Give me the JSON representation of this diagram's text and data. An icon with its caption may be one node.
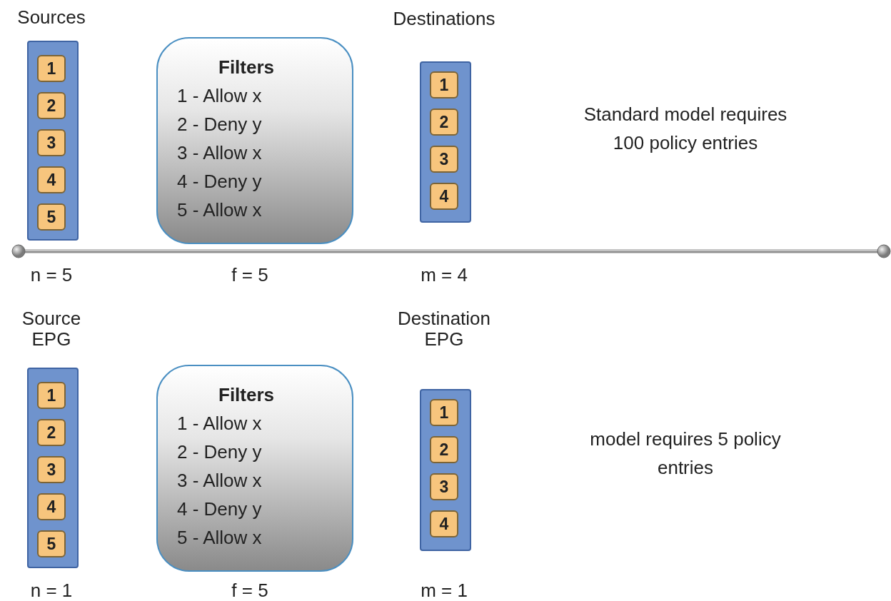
{
  "diagram": {
    "nodes": [
      {
        "text": [
          "Sources"
        ],
        "beside": [
          "n = 5"
        ]
      },
      {
        "text": [
          "1"
        ],
        "in": 0
      },
      {
        "text": [
          "2"
        ],
        "in": 0
      },
      {
        "text": [
          "3"
        ],
        "in": 0
      },
      {
        "text": [
          "4"
        ],
        "in": 0
      },
      {
        "text": [
          "5"
        ],
        "in": 0
      },
      {
        "text": [
          "Filters",
          "1 - Allow x",
          "2 - Deny y",
          "3 - Allow x",
          "4 - Deny y",
          "5 - Allow x"
        ],
        "beside": [
          "f = 5"
        ]
      },
      {
        "text": [
          "Destinations"
        ],
        "beside": [
          "m = 4"
        ]
      },
      {
        "text": [
          "1"
        ],
        "in": 7
      },
      {
        "text": [
          "2"
        ],
        "in": 7
      },
      {
        "text": [
          "3"
        ],
        "in": 7
      },
      {
        "text": [
          "4"
        ],
        "in": 7
      },
      {
        "text": [
          "Source EPG"
        ],
        "beside": [
          "n = 1"
        ]
      },
      {
        "text": [
          "1"
        ],
        "in": 12
      },
      {
        "text": [
          "2"
        ],
        "in": 12
      },
      {
        "text": [
          "3"
        ],
        "in": 12
      },
      {
        "text": [
          "4"
        ],
        "in": 12
      },
      {
        "text": [
          "5"
        ],
        "in": 12
      },
      {
        "text": [
          "Filters",
          "1 - Allow x",
          "2 - Deny y",
          "3 - Allow x",
          "4 - Deny y",
          "5 - Allow x"
        ],
        "beside": [
          "f = 5"
        ]
      },
      {
        "text": [
          "Destination EPG"
        ],
        "beside": [
          "m = 1"
        ]
      },
      {
        "text": [
          "1"
        ],
        "in": 19
      },
      {
        "text": [
          "2"
        ],
        "in": 19
      },
      {
        "text": [
          "3"
        ],
        "in": 19
      },
      {
        "text": [
          "4"
        ],
        "in": 19
      }
    ],
    "labels": [
      "Standard model requires 100 policy entries",
      "model requires 5 policy entries"
    ]
  }
}
